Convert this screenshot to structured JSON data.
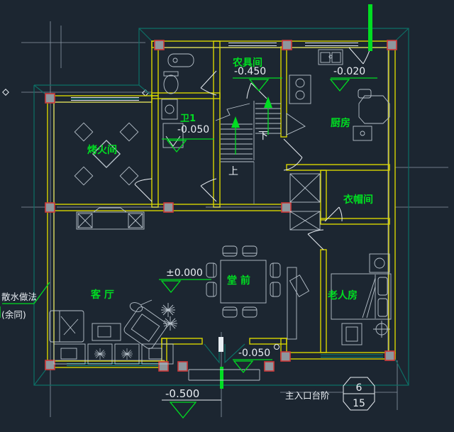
{
  "drawing_type": "residential-floor-plan",
  "rooms": {
    "kaohuojian": "烤火间",
    "wei1": "卫1",
    "nongjujian": "农具间",
    "chufang": "厨房",
    "yimaojian": "衣帽间",
    "tangqian": "堂 前",
    "keting": "客 厅",
    "laorenfang": "老人房"
  },
  "elevations": {
    "nongjujian": "-0.450",
    "wei1": "-0.050",
    "chufang": "-0.020",
    "tangqian": "±0.000",
    "entrance": "-0.050",
    "porch": "-0.500"
  },
  "stairs": {
    "up": "上",
    "down": "下"
  },
  "notes": {
    "sanshui": "散水做法",
    "yutong": "(余同)",
    "entry": "主入口台阶"
  },
  "detail_ref": {
    "num": "6",
    "den": "15"
  },
  "colors": {
    "background": "#1c2631",
    "wall_yellow": "#d8d500",
    "label_green": "#00dd22",
    "annotation_white": "#e9eef3",
    "apron_teal": "#0d6f66",
    "column_red": "#cf3a3a",
    "furniture_gray": "#b9c3cc"
  }
}
